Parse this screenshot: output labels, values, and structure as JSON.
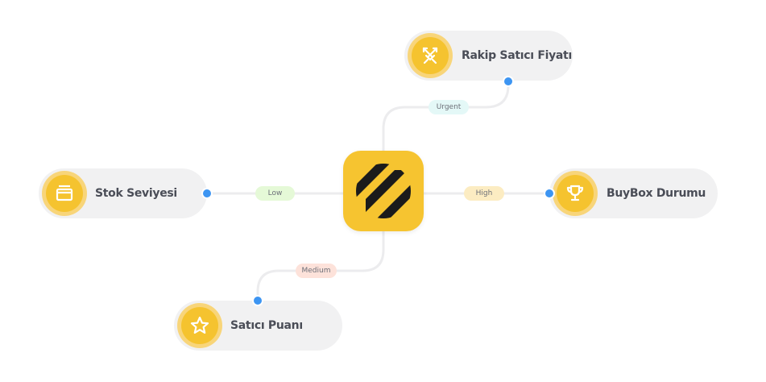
{
  "nodes": {
    "rakip": {
      "label": "Rakip Satıcı Fiyatı",
      "icon": "swords-icon"
    },
    "stok": {
      "label": "Stok Seviyesi",
      "icon": "box-icon"
    },
    "buybox": {
      "label": "BuyBox Durumu",
      "icon": "trophy-icon"
    },
    "satici": {
      "label": "Satıcı Puanı",
      "icon": "star-icon"
    }
  },
  "priorities": {
    "urgent": {
      "label": "Urgent",
      "color": "#e4f8f7"
    },
    "low": {
      "label": "Low",
      "color": "#e5f9d7"
    },
    "high": {
      "label": "High",
      "color": "#fcecc2"
    },
    "medium": {
      "label": "Medium",
      "color": "#fde2da"
    }
  },
  "center": {
    "icon": "brand-logo-icon",
    "color": "#f6c430"
  },
  "colors": {
    "node_bg": "#f1f1f2",
    "dot": "#3d95f2",
    "line": "#ececee",
    "badge": "#f5c32f"
  }
}
